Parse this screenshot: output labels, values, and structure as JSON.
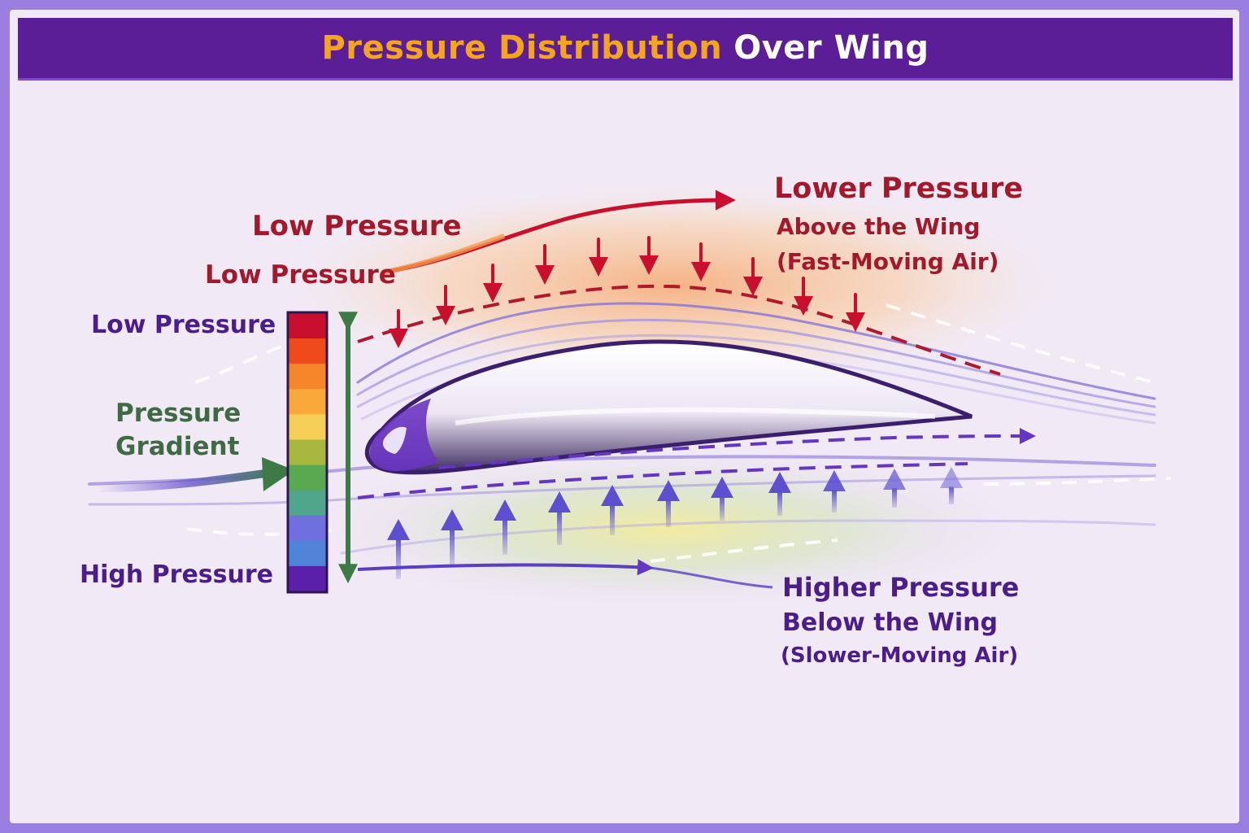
{
  "title": {
    "part1": "Pressure Distribution",
    "part2": "Over Wing"
  },
  "labels": {
    "low_pressure_top": "Low Pressure",
    "low_pressure_mid": "Low Pressure",
    "scale_low": "Low Pressure",
    "pressure_gradient_line1": "Pressure",
    "pressure_gradient_line2": "Gradient",
    "scale_high": "High Pressure",
    "lower_pressure_title": "Lower Pressure",
    "lower_pressure_line2": "Above the Wing",
    "lower_pressure_line3": "(Fast-Moving Air)",
    "higher_pressure_title": "Higher Pressure",
    "higher_pressure_line2": "Below the Wing",
    "higher_pressure_line3": "(Slower-Moving Air)"
  },
  "scale_colors": [
    "#c8102e",
    "#ef4a1b",
    "#f6862a",
    "#f9a93a",
    "#f6cf58",
    "#a8b83f",
    "#58a94f",
    "#4fa68b",
    "#6f6fe0",
    "#4f84d8",
    "#5b20a8"
  ],
  "colors": {
    "low_pressure_text": "#a1192a",
    "high_pressure_text": "#4b1d8a",
    "gradient_text": "#3f6b44",
    "title_bar": "#5b1e96",
    "title_accent": "#f5a51c"
  }
}
